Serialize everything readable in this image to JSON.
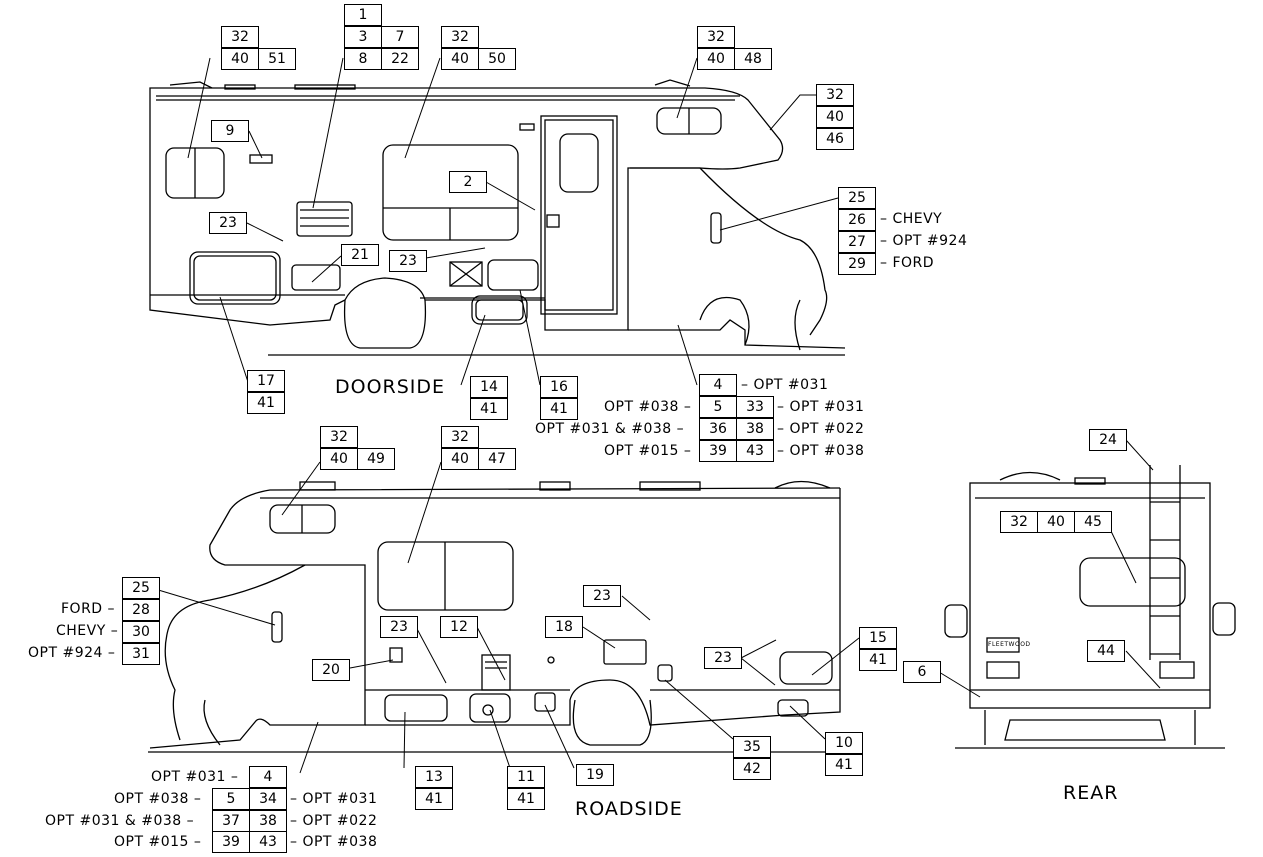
{
  "views": {
    "doorside": "DOORSIDE",
    "roadside": "ROADSIDE",
    "rear": "REAR"
  },
  "doorside_callouts": {
    "c_roof_left": [
      "32",
      "40",
      "51"
    ],
    "c_roof_mid": [
      "1",
      "3",
      "7",
      "8",
      "22"
    ],
    "c_window": [
      "32",
      "40",
      "50"
    ],
    "c_cab_window": [
      "32",
      "40",
      "48"
    ],
    "c_cabover": [
      "32",
      "40",
      "46"
    ],
    "c9": "9",
    "c2": "2",
    "c23a": "23",
    "c23b": "23",
    "c21": "21",
    "c17": [
      "17",
      "41"
    ],
    "c14": [
      "14",
      "41"
    ],
    "c16": [
      "16",
      "41"
    ],
    "c_mirror": [
      "25",
      "26",
      "27",
      "29"
    ],
    "mirror_notes": [
      "CHEVY",
      "OPT #924",
      "FORD"
    ],
    "c_chassis": [
      "4",
      "5",
      "33",
      "36",
      "38",
      "39",
      "43"
    ],
    "chassis_notes_left": [
      "OPT #038",
      "OPT #031 & #038",
      "OPT #015"
    ],
    "chassis_notes_right": [
      "OPT #031",
      "OPT #031",
      "OPT #022",
      "OPT #038"
    ]
  },
  "roadside_callouts": {
    "c_cab_window": [
      "32",
      "40",
      "49"
    ],
    "c_window": [
      "32",
      "40",
      "47"
    ],
    "c_mirror": [
      "25",
      "28",
      "30",
      "31"
    ],
    "mirror_notes": [
      "FORD",
      "CHEVY",
      "OPT #924"
    ],
    "c20": "20",
    "c23a": "23",
    "c12": "12",
    "c18": "18",
    "c23b": "23",
    "c23c": "23",
    "c15": [
      "15",
      "41"
    ],
    "c13": [
      "13",
      "41"
    ],
    "c11": [
      "11",
      "41"
    ],
    "c19": "19",
    "c35": [
      "35",
      "42"
    ],
    "c10": [
      "10",
      "41"
    ],
    "c_chassis": [
      "4",
      "5",
      "34",
      "37",
      "38",
      "39",
      "43"
    ],
    "chassis_notes_left": [
      "OPT #031",
      "OPT #038",
      "OPT #031 & #038",
      "OPT #015"
    ],
    "chassis_notes_right": [
      "OPT #031",
      "OPT #022",
      "OPT #038"
    ]
  },
  "rear_callouts": {
    "c24": "24",
    "c_window": [
      "32",
      "40",
      "45"
    ],
    "c6": "6",
    "c44": "44",
    "placard": "FLEETWOOD"
  }
}
